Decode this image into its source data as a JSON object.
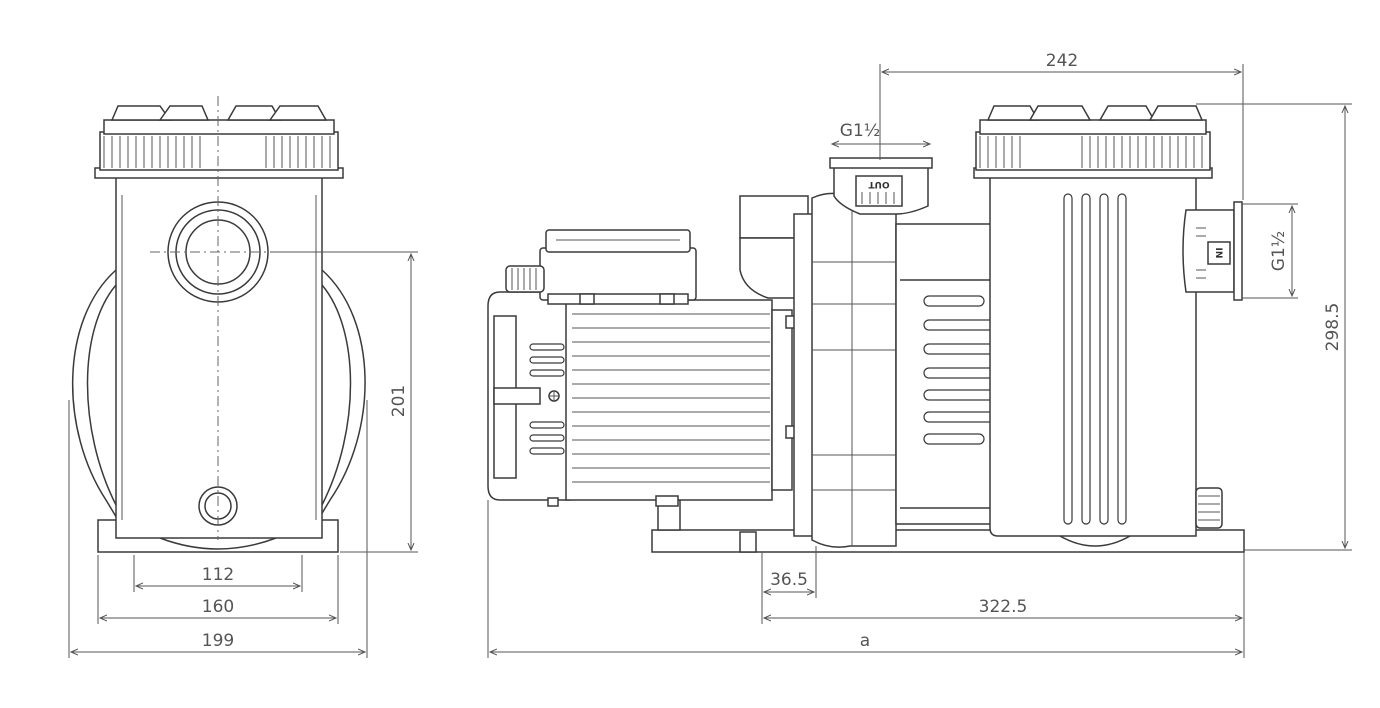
{
  "dimensions": {
    "d112": "112",
    "d160": "160",
    "d199": "199",
    "d201": "201",
    "d242": "242",
    "d298_5": "298.5",
    "d36_5": "36.5",
    "d322_5": "322.5",
    "d_a": "a",
    "outlet_thread": "G1½",
    "inlet_thread": "G1½"
  },
  "labels": {
    "outlet": "OUT",
    "inlet": "IN"
  }
}
